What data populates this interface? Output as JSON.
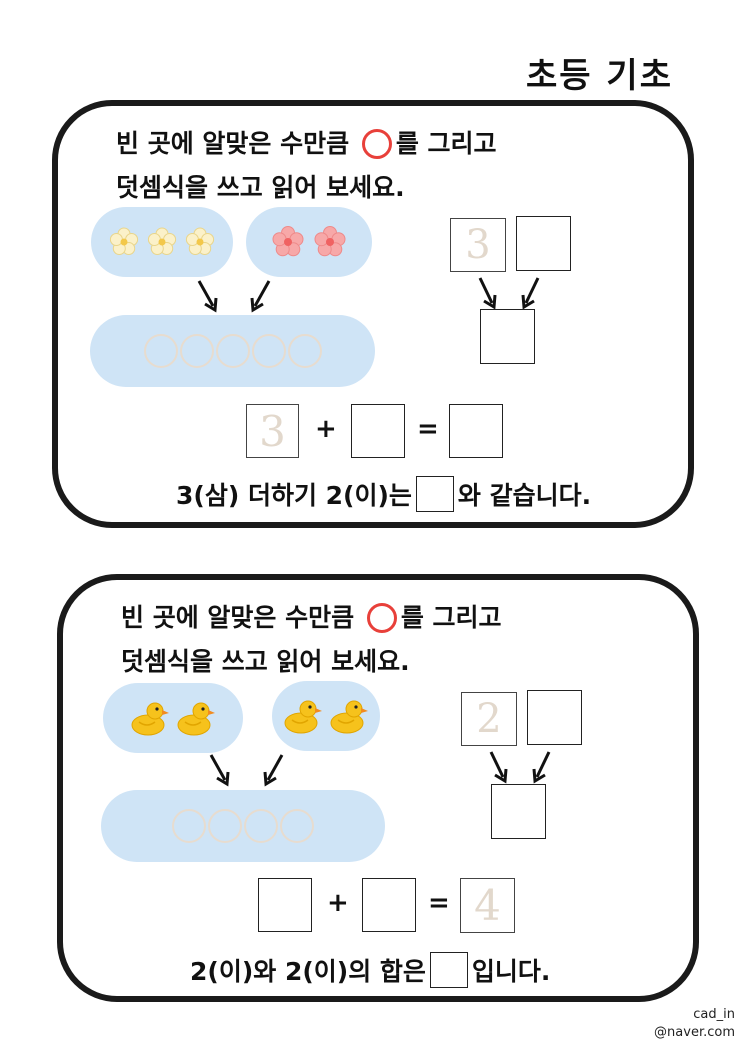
{
  "title": "초등 기초",
  "instruction_part1": "빈 곳에 알맞은 수만큼",
  "instruction_part2": "를 그리고",
  "instruction_line2": "덧셈식을 쓰고 읽어 보세요.",
  "problem1": {
    "group_a_count": 3,
    "group_b_count": 2,
    "traced_circles": 5,
    "split_first": "3",
    "eq_first": "3",
    "eq_plus": "+",
    "eq_equals": "=",
    "sentence_before": "3(삼) 더하기 2(이)는",
    "sentence_after": "와 같습니다."
  },
  "problem2": {
    "group_a_count": 2,
    "group_b_count": 2,
    "traced_circles": 4,
    "split_first": "2",
    "eq_plus": "+",
    "eq_equals": "=",
    "eq_result": "4",
    "sentence_before": "2(이)와 2(이)의 합은",
    "sentence_after": "입니다."
  },
  "footer": {
    "line1": "cad_in",
    "line2": "@naver.com"
  },
  "colors": {
    "pill": "#cfe4f6",
    "ring": "#e8403a",
    "faint": "#e7dccf"
  }
}
